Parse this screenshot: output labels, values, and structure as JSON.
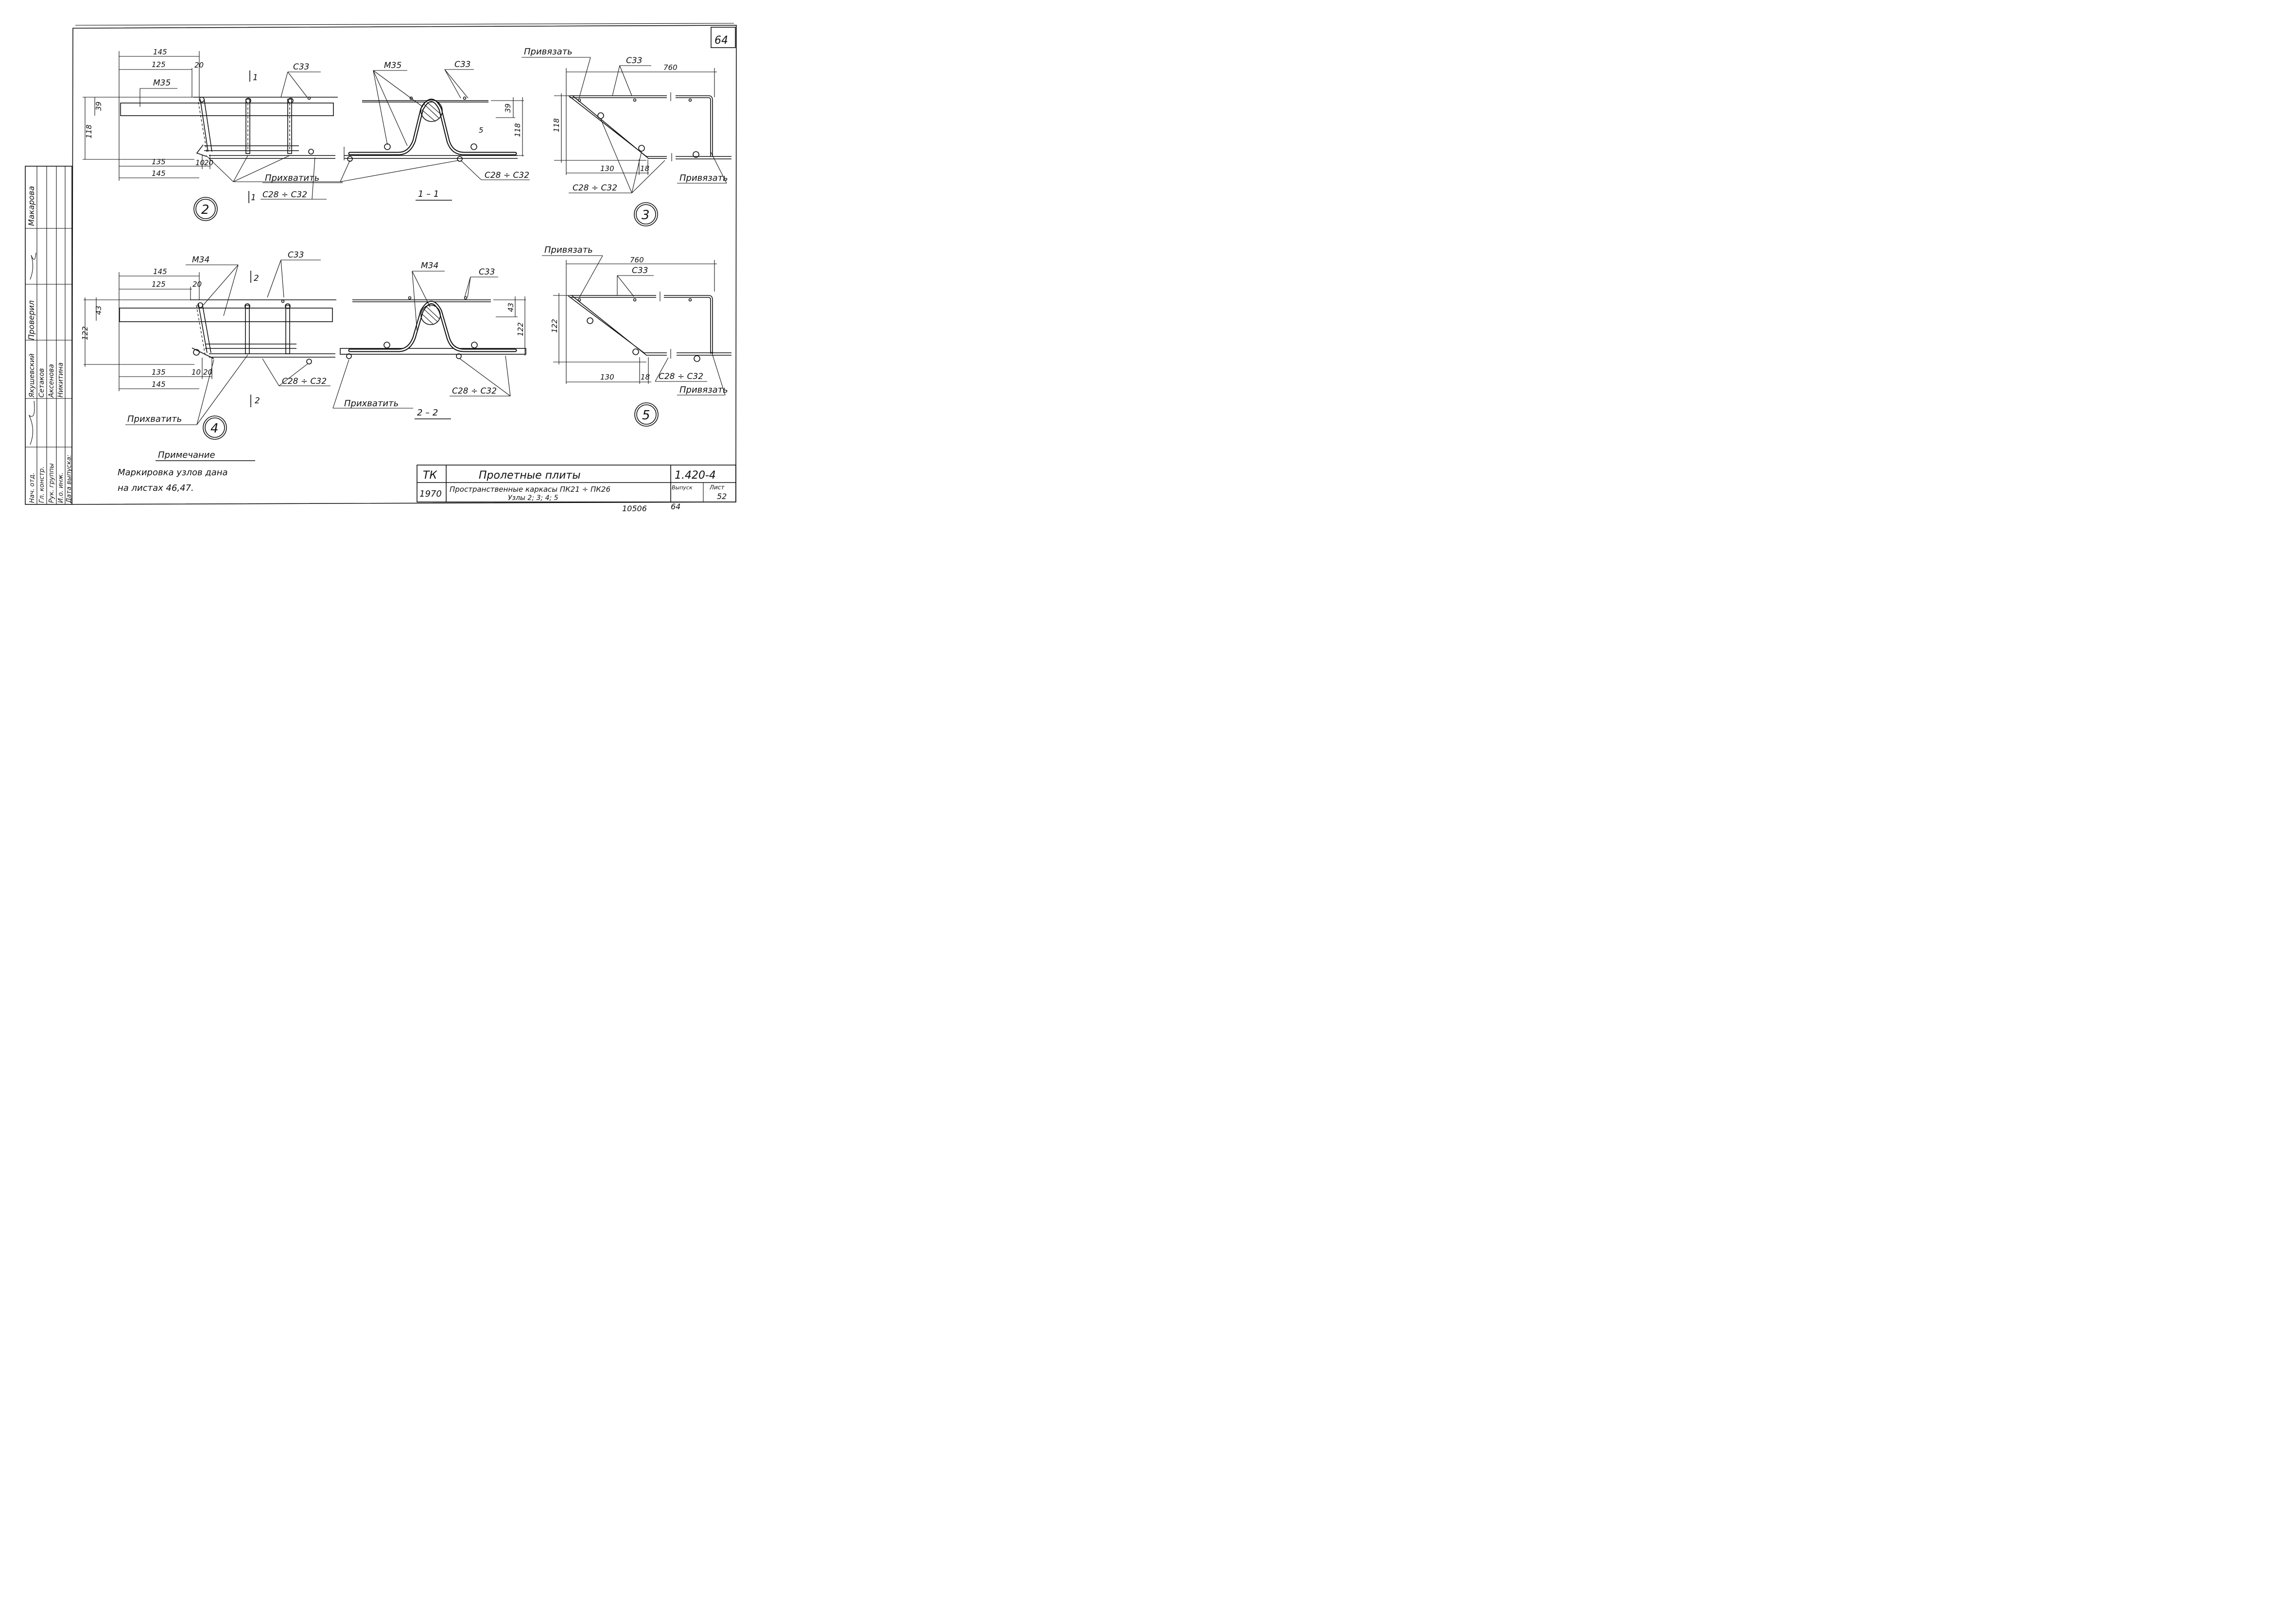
{
  "sheet_number": "64",
  "node2": {
    "num": "2",
    "section": "1",
    "d145_top": "145",
    "d125": "125",
    "d20_top": "20",
    "d39": "39",
    "d118": "118",
    "d135": "135",
    "d10": "10",
    "d20_bot": "20",
    "d145_bot": "145",
    "m35": "М35",
    "c33": "С33",
    "attach": "Прихватить",
    "c28": "С28 ÷ С32"
  },
  "sec11": {
    "title": "1 – 1",
    "m35": "М35",
    "c33": "С33",
    "d39": "39",
    "d118": "118",
    "c28": "С28 ÷ С32",
    "s5": "5"
  },
  "node3": {
    "num": "3",
    "tie_top": "Привязать",
    "c33": "С33",
    "d760": "760",
    "d118": "118",
    "d130": "130",
    "d18": "18",
    "c28": "С28 ÷ С32",
    "tie_bot": "Привязать"
  },
  "node4": {
    "num": "4",
    "section": "2",
    "m34": "М34",
    "c33": "С33",
    "d145_top": "145",
    "d125": "125",
    "d20_top": "20",
    "d43": "43",
    "d122": "122",
    "d135": "135",
    "d10": "10",
    "d20_bot": "20",
    "d145_bot": "145",
    "c28": "С28 ÷ С32",
    "attach": "Прихватить"
  },
  "sec22": {
    "title": "2 – 2",
    "m34": "М34",
    "c33": "С33",
    "d43": "43",
    "d122": "122",
    "c28": "С28 ÷ С32",
    "attach": "Прихватить"
  },
  "node5": {
    "num": "5",
    "tie_top": "Привязать",
    "d760": "760",
    "c33": "С33",
    "d122": "122",
    "d130": "130",
    "d18": "18",
    "c28": "С28 ÷ С32",
    "tie_bot": "Привязать"
  },
  "note": {
    "title": "Примечание",
    "line1": "Маркировка   узлов   дана",
    "line2": "на листах 46,47."
  },
  "title_block": {
    "org": "ТК",
    "year": "1970",
    "title": "Пролетные плиты",
    "subtitle": "Пространственные каркасы ПК21 ÷ ПК26",
    "subtitle2": "Узлы 2; 3; 4; 5",
    "code": "1.420-4",
    "issue_label": "Выпуск",
    "sheet_label": "Лист",
    "sheet_value": "52",
    "archive": "10506",
    "archive2": "64"
  },
  "stamp": {
    "roles": [
      "Нач. отд.",
      "Гл. констр.",
      "Рук. группы",
      "И.о. инж."
    ],
    "names": [
      "Якушевский",
      "Сетаков",
      "Аксенова",
      "Никитина"
    ],
    "checked_label": "Проверил",
    "checked_name": "Макарова",
    "date_label": "Дата выпуска:"
  }
}
